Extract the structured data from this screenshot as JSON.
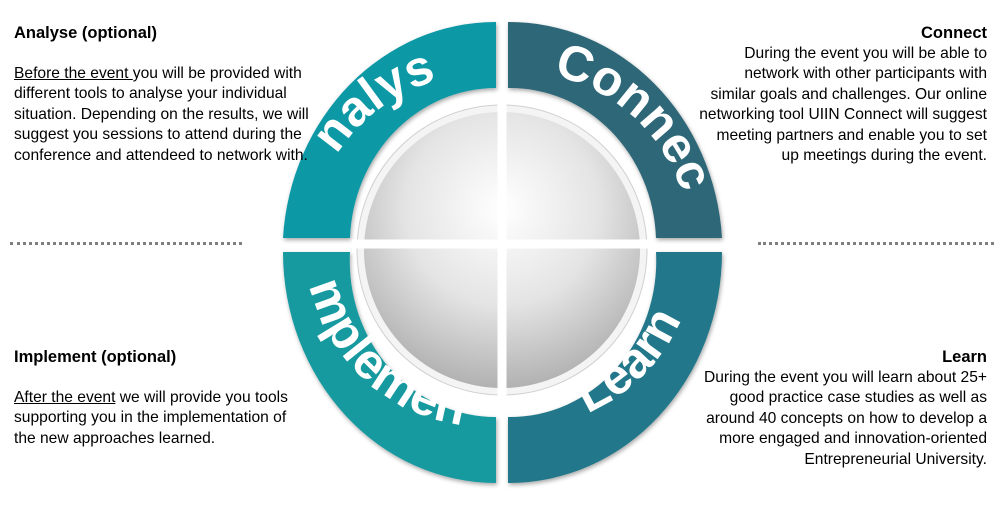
{
  "colors": {
    "analyse": "#0e98a6",
    "connect": "#2e6878",
    "implement": "#189aa0",
    "learn": "#21788a",
    "divider": "#7f7f7f"
  },
  "cycle": {
    "analyse": "Analyse",
    "connect": "Connect",
    "implement": "Implement",
    "learn": "Learn"
  },
  "analyse": {
    "title": "Analyse (optional)",
    "lead": "Before the event ",
    "body": "you will be provided with different tools to analyse your individual situation. Depending on the results, we will suggest you sessions to attend during the conference and attendeed to network with."
  },
  "connect": {
    "title": "Connect",
    "body": "During the event you will be able to network with other participants with similar goals and challenges. Our online networking tool UIIN Connect will suggest meeting partners and enable you to set up meetings during the event."
  },
  "implement": {
    "title": "Implement (optional)",
    "lead": "After the event",
    "body": " we will provide you tools supporting you in the implementation of the new approaches learned."
  },
  "learn": {
    "title": "Learn",
    "body": "During the event you will learn about 25+ good practice case studies as well as around 40 concepts on how to develop a more engaged and innovation-oriented Entrepreneurial University."
  }
}
